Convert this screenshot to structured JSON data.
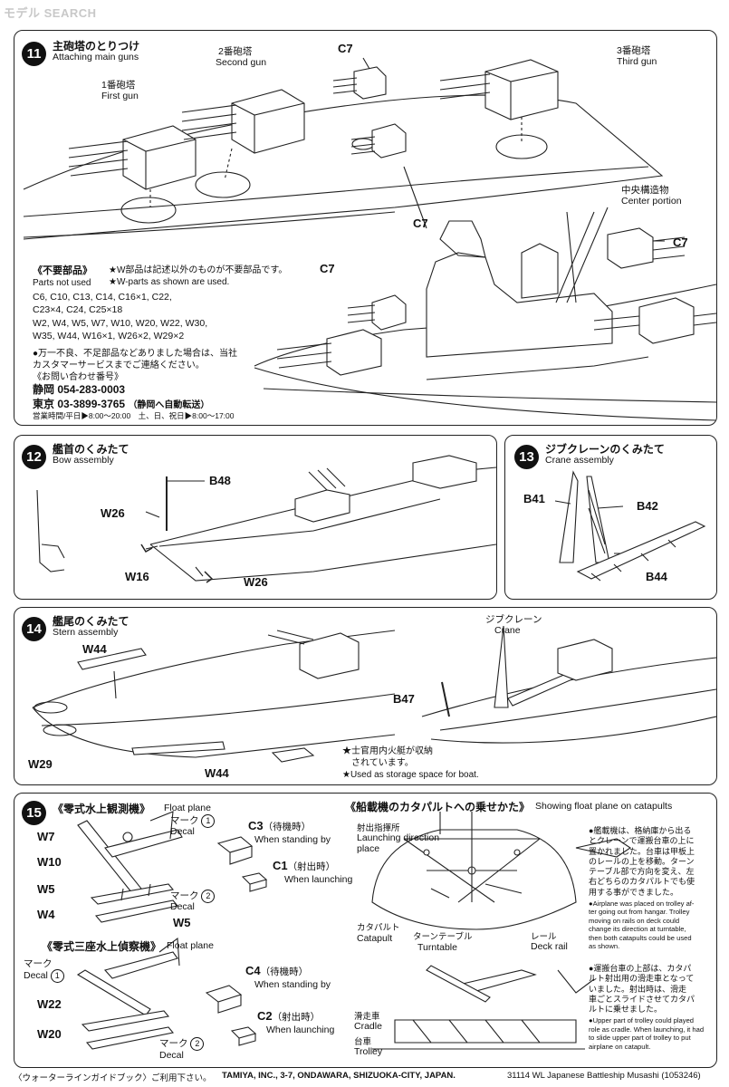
{
  "watermark": "モデル SEARCH",
  "step11": {
    "number": "11",
    "title_jp": "主砲塔のとりつけ",
    "title_en": "Attaching main guns",
    "first_gun_jp": "1番砲塔",
    "first_gun_en": "First gun",
    "second_gun_jp": "2番砲塔",
    "second_gun_en": "Second gun",
    "third_gun_jp": "3番砲塔",
    "third_gun_en": "Third gun",
    "center_jp": "中央構造物",
    "center_en": "Center portion",
    "part_c7": "C7",
    "not_used_jp": "《不要部品》",
    "not_used_en": "Parts not used",
    "w_parts_jp": "★W部品は記述以外のものが不要部品です。",
    "w_parts_en": "★W-parts as shown are used.",
    "parts_list": [
      "C6, C10, C13, C14, C16×1, C22,",
      "C23×4, C24, C25×18",
      "W2, W4, W5, W7, W10, W20, W22, W30,",
      "W35, W44, W16×1, W26×2, W29×2"
    ],
    "service_lines": [
      "●万一不良、不足部品などありました場合は、当社",
      "カスタマーサービスまでご連絡ください。",
      "《お問い合わせ番号》"
    ],
    "shizuoka_label": "静岡",
    "shizuoka_phone": "054-283-0003",
    "tokyo_label": "東京",
    "tokyo_phone": "03-3899-3765",
    "tokyo_note": "（静岡へ自動転送）",
    "hours": "営業時間/平日▶8:00〜20:00　土、日、祝日▶8:00〜17:00"
  },
  "step12": {
    "number": "12",
    "title_jp": "艦首のくみたて",
    "title_en": "Bow assembly",
    "b48": "B48",
    "w26": "W26",
    "w16": "W16"
  },
  "step13": {
    "number": "13",
    "title_jp": "ジブクレーンのくみたて",
    "title_en": "Crane assembly",
    "b41": "B41",
    "b42": "B42",
    "b44": "B44"
  },
  "step14": {
    "number": "14",
    "title_jp": "艦尾のくみたて",
    "title_en": "Stern assembly",
    "w44": "W44",
    "w29": "W29",
    "b47": "B47",
    "crane_jp": "ジブクレーン",
    "crane_en": "Crane",
    "boat_jp_1": "★士官用内火艇が収納",
    "boat_jp_2": "されています。",
    "boat_en": "★Used as storage space for boat."
  },
  "step15": {
    "number": "15",
    "float1_jp": "《零式水上観測機》",
    "float1_en": "Float plane",
    "float2_jp": "《零式三座水上偵察機》",
    "float2_en": "Float plane",
    "mark_jp": "マーク",
    "decal": "Decal",
    "circ1": "1",
    "circ2": "2",
    "w7": "W7",
    "w10": "W10",
    "w5": "W5",
    "w4": "W4",
    "w22": "W22",
    "w20": "W20",
    "c3": "C3",
    "c1": "C1",
    "c4": "C4",
    "c2": "C2",
    "standing_jp": "（待機時）",
    "standing_en": "When standing by",
    "launch_jp": "（射出時）",
    "launch_en": "When launching",
    "catapult_title_jp": "《船載機のカタパルトへの乗せかた》",
    "catapult_title_en": "Showing float plane on catapults",
    "launch_place_jp": "射出指揮所",
    "launch_place_en_1": "Launching direction",
    "launch_place_en_2": "place",
    "catapult_jp": "カタパルト",
    "catapult_en": "Catapult",
    "turntable_jp": "ターンテーブル",
    "turntable_en": "Turntable",
    "deckrail_jp": "レール",
    "deckrail_en": "Deck rail",
    "cradle_jp": "滑走車",
    "cradle_en": "Cradle",
    "trolley_jp": "台車",
    "trolley_en": "Trolley",
    "note1_jp": [
      "●艦載機は、格納庫から出る",
      "とクレーンで運搬台車の上に",
      "置かれました。台車は甲板上",
      "のレールの上を移動。ターン",
      "テーブル部で方向を変え、左",
      "右どちらのカタパルトでも使",
      "用する事ができました。"
    ],
    "note1_en": [
      "●Airplane was placed on trolley af-",
      "ter going out from hangar. Trolley",
      "moving on rails on deck could",
      "change its direction at turntable,",
      "then both catapults could be used",
      "as shown."
    ],
    "note2_jp": [
      "●運搬台車の上部は、カタパ",
      "ルト射出用の滑走車となって",
      "いました。射出時は、滑走",
      "車ごとスライドさせてカタパ",
      "ルトに乗せました。"
    ],
    "note2_en": [
      "●Upper part of trolley could played",
      "role as cradle. When launching, it had",
      "to slide upper part of trolley to put",
      "airplane on catapult."
    ]
  },
  "footer": {
    "guide": "〈ウォーターラインガイドブック〉ご利用下さい。",
    "company": "TAMIYA, INC., 3-7, ONDAWARA, SHIZUOKA-CITY, JAPAN.",
    "code": "31114  WL Japanese Battleship Musashi (1053246)"
  }
}
